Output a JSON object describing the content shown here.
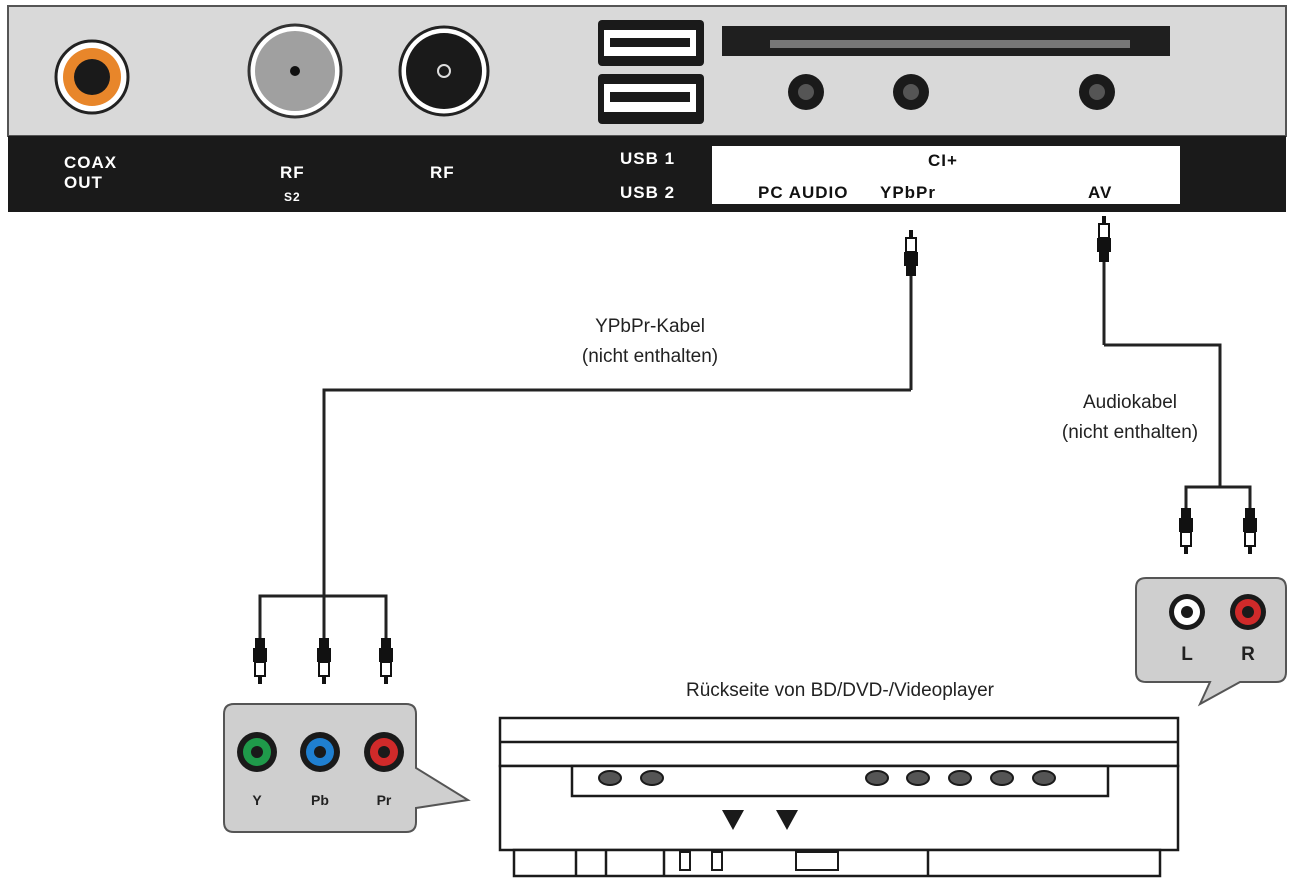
{
  "tv_panel": {
    "coax_label_line1": "COAX",
    "coax_label_line2": "OUT",
    "rf_s2_label": "RF",
    "rf_s2_sub": "S2",
    "rf_label": "RF",
    "usb1_label": "USB 1",
    "usb2_label": "USB 2",
    "ci_label": "CI+",
    "pc_audio_label": "PC AUDIO",
    "ypbpr_label": "YPbPr",
    "av_label": "AV"
  },
  "cables": {
    "ypbpr_cable_line1": "YPbPr-Kabel",
    "ypbpr_cable_line2": "(nicht enthalten)",
    "audio_cable_line1": "Audiokabel",
    "audio_cable_line2": "(nicht enthalten)"
  },
  "player": {
    "caption": "Rückseite von BD/DVD-/Videoplayer"
  },
  "component_jacks": {
    "labels": [
      "Y",
      "Pb",
      "Pr"
    ],
    "colors": [
      "#1f9a4a",
      "#1f7fd0",
      "#d02a2a"
    ]
  },
  "audio_jacks": {
    "labels": [
      "L",
      "R"
    ],
    "colors": [
      "#ffffff",
      "#d02a2a"
    ]
  }
}
